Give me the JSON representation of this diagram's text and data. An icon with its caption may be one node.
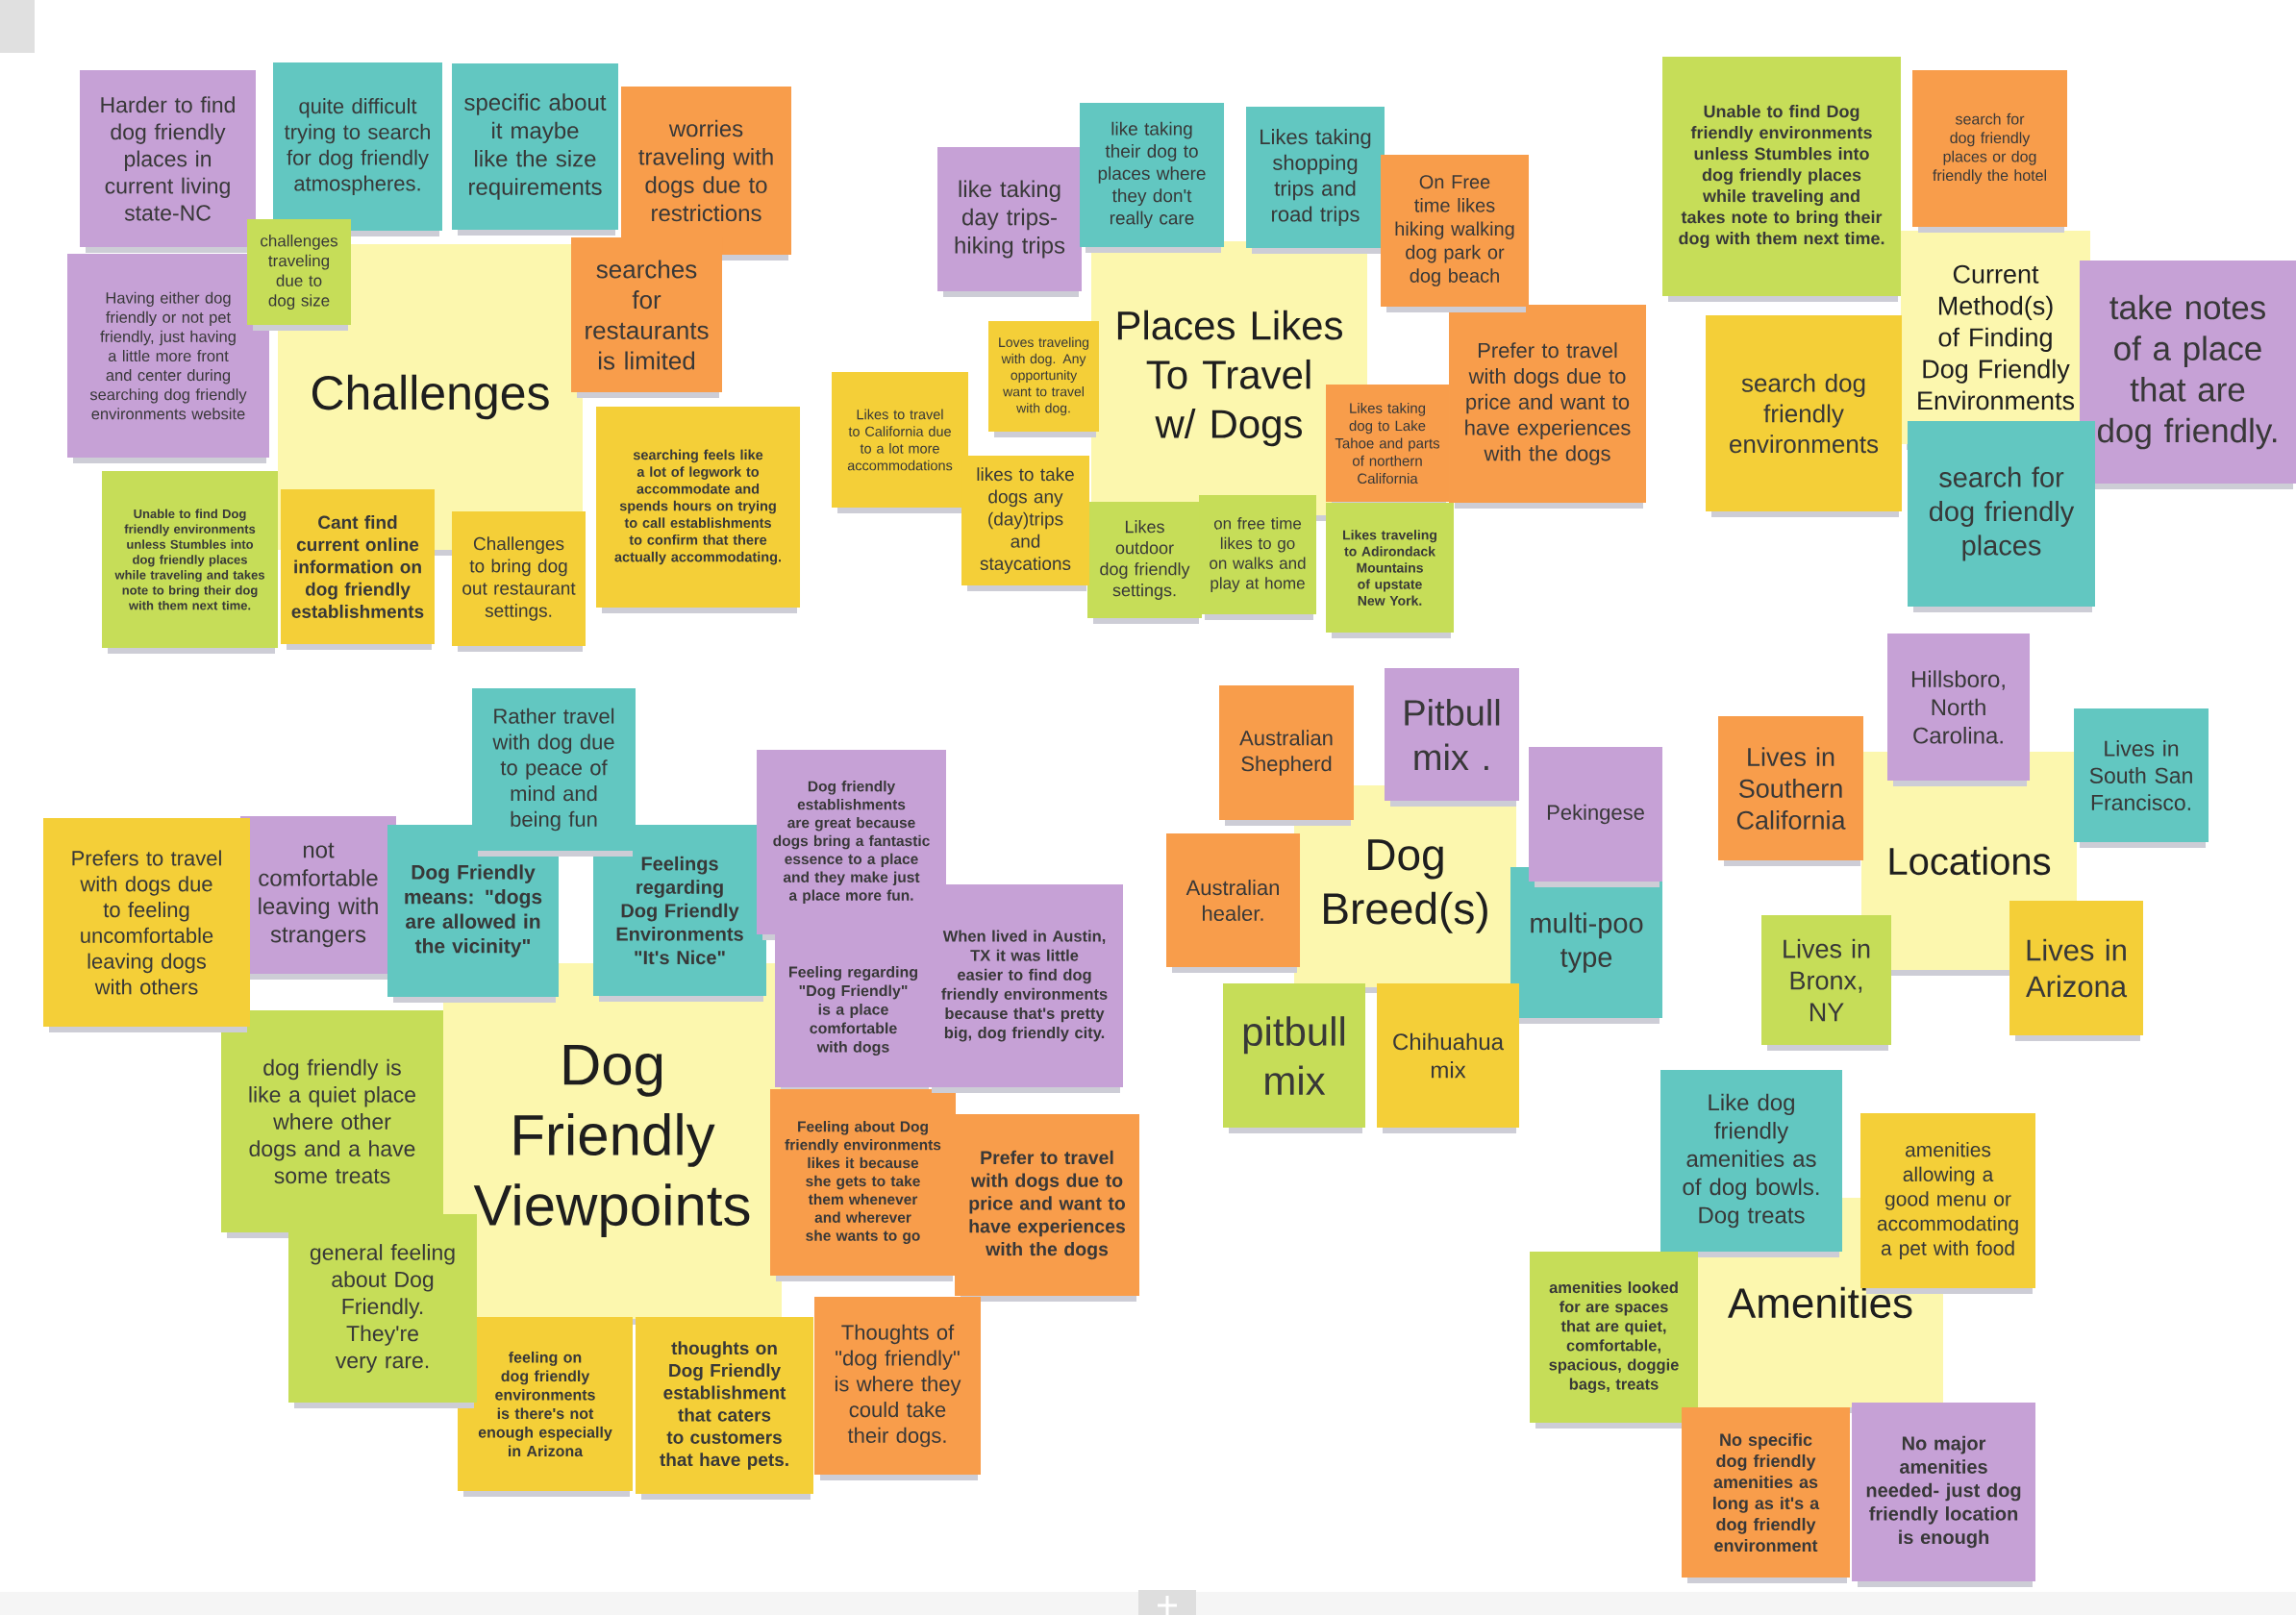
{
  "diagram": {
    "nodes": [
      {
        "text": [
          "Challenges"
        ]
      },
      {
        "text": [
          "Harder to find dog friendly places in current living state-NC"
        ]
      },
      {
        "text": [
          "quite difficult trying to search for dog friendly atmospheres."
        ]
      },
      {
        "text": [
          "specific about it maybe like the size requirements"
        ]
      },
      {
        "text": [
          "worries traveling with dogs due to restrictions"
        ]
      },
      {
        "text": [
          "challenges traveling due to dog size"
        ]
      },
      {
        "text": [
          "Having either dog friendly or not pet friendly, just having a little more front and center during searching dog friendly environments website"
        ]
      },
      {
        "text": [
          "searches for restaurants is limited"
        ]
      },
      {
        "text": [
          "searching feels like a lot of legwork to accommodate and spends hours on trying to call establishments to confirm that there actually accommodating."
        ]
      },
      {
        "text": [
          "Unable to find Dog friendly environments unless Stumbles into dog friendly places while traveling and takes note to bring their dog with them next time."
        ]
      },
      {
        "text": [
          "Cant find current online information on dog friendly establishments"
        ]
      },
      {
        "text": [
          "Challenges to bring dog out restaurant settings."
        ]
      },
      {
        "text": [
          "Places Likes To Travel w/ Dogs"
        ]
      },
      {
        "text": [
          "like taking day trips-hiking trips"
        ]
      },
      {
        "text": [
          "like taking their dog to places where they don't really care"
        ]
      },
      {
        "text": [
          "Likes taking shopping trips and road trips"
        ]
      },
      {
        "text": [
          "On Free time likes hiking walking dog park or dog beach"
        ]
      },
      {
        "text": [
          "Loves traveling with dog. Any opportunity want to travel with dog."
        ]
      },
      {
        "text": [
          "Likes to travel to California due to a lot more accommodations"
        ]
      },
      {
        "text": [
          "Prefer to travel with dogs due to price and want to have experiences with the dogs"
        ]
      },
      {
        "text": [
          "Likes taking dog to Lake Tahoe and parts of northern California"
        ]
      },
      {
        "text": [
          "likes to take dogs any (day)trips and staycations"
        ]
      },
      {
        "text": [
          "Likes outdoor dog friendly settings."
        ]
      },
      {
        "text": [
          "on free time likes to go on walks and play at home"
        ]
      },
      {
        "text": [
          "Likes traveling to Adirondack Mountains of upstate New York."
        ]
      },
      {
        "text": [
          "Current Method(s) of Finding Dog Friendly Environments"
        ]
      },
      {
        "text": [
          "Unable to find Dog friendly environments unless Stumbles into dog friendly places while traveling and takes note to bring their dog with them next time."
        ]
      },
      {
        "text": [
          "search for dog friendly places or dog friendly the hotel"
        ]
      },
      {
        "text": [
          "search dog friendly environments"
        ]
      },
      {
        "text": [
          "take notes of a place that are dog friendly."
        ]
      },
      {
        "text": [
          "search for dog friendly places"
        ]
      },
      {
        "text": [
          "Dog Friendly Viewpoints"
        ]
      },
      {
        "text": [
          "Prefers to travel with dogs due to feeling uncomfortable leaving dogs with others"
        ]
      },
      {
        "text": [
          "not comfortable leaving with strangers"
        ]
      },
      {
        "text": [
          "Rather travel with dog due to peace of mind and being fun"
        ]
      },
      {
        "text": [
          "Dog Friendly means: \"dogs are allowed in the vicinity\""
        ]
      },
      {
        "text": [
          "Feelings regarding Dog Friendly Environments \"It's Nice\""
        ]
      },
      {
        "text": [
          "Dog friendly establishments are great because dogs bring a fantastic essence to a place and they make just a place more fun."
        ]
      },
      {
        "text": [
          "Feeling regarding \"Dog Friendly\" is a place comfortable with dogs"
        ]
      },
      {
        "text": [
          "When lived in Austin, TX it was little easier to find dog friendly environments because that's pretty big, dog friendly city."
        ]
      },
      {
        "text": [
          "dog friendly is like a quiet place where other dogs and a have some treats"
        ]
      },
      {
        "text": [
          "general feeling about Dog Friendly. They're very rare."
        ]
      },
      {
        "text": [
          "Feeling about Dog friendly environments likes it because she gets to take them whenever and wherever she wants to go"
        ]
      },
      {
        "text": [
          "Prefer to travel with dogs due to price and want to have experiences with the dogs"
        ]
      },
      {
        "text": [
          "feeling on dog friendly environments is there's not enough especially in Arizona"
        ]
      },
      {
        "text": [
          "thoughts on Dog Friendly establishment that caters to customers that have pets."
        ]
      },
      {
        "text": [
          "Thoughts of \"dog friendly\" is where they could take their dogs."
        ]
      },
      {
        "text": [
          "Dog Breed(s)"
        ]
      },
      {
        "text": [
          "Australian Shepherd"
        ]
      },
      {
        "text": [
          "Pitbull mix ."
        ]
      },
      {
        "text": [
          "Pekingese"
        ]
      },
      {
        "text": [
          "Australian healer."
        ]
      },
      {
        "text": [
          "multi-poo type"
        ]
      },
      {
        "text": [
          "pitbull mix"
        ]
      },
      {
        "text": [
          "Chihuahua mix"
        ]
      },
      {
        "text": [
          "Locations"
        ]
      },
      {
        "text": [
          "Hillsboro, North Carolina."
        ]
      },
      {
        "text": [
          "Lives in Southern California"
        ]
      },
      {
        "text": [
          "Lives in South San Francisco."
        ]
      },
      {
        "text": [
          "Lives in Bronx, NY"
        ]
      },
      {
        "text": [
          "Lives in Arizona"
        ]
      },
      {
        "text": [
          "Amenities"
        ]
      },
      {
        "text": [
          "Like dog friendly amenities as of dog bowls. Dog treats"
        ]
      },
      {
        "text": [
          "amenities allowing a good menu or accommodating a pet with food"
        ]
      },
      {
        "text": [
          "amenities looked for are spaces that are quiet, comfortable, spacious, doggie bags, treats"
        ]
      },
      {
        "text": [
          "No specific dog friendly amenities as long as it's a dog friendly environment"
        ]
      },
      {
        "text": [
          "No major amenities needed- just dog friendly location is enough"
        ]
      }
    ]
  }
}
